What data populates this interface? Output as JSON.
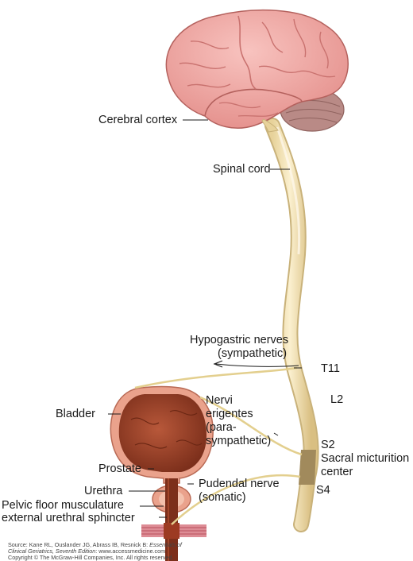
{
  "labels": {
    "cerebral_cortex": "Cerebral cortex",
    "spinal_cord": "Spinal cord",
    "hypogastric_1": "Hypogastric nerves",
    "hypogastric_2": "(sympathetic)",
    "t11": "T11",
    "l2": "L2",
    "s2": "S2",
    "s4": "S4",
    "sacral_1": "Sacral micturition",
    "sacral_2": "center",
    "nervi_1": "Nervi",
    "nervi_2": "erigentes",
    "nervi_3": "(para-",
    "nervi_4": "sympathetic)",
    "bladder": "Bladder",
    "prostate": "Prostate",
    "urethra": "Urethra",
    "pelvic_floor": "Pelvic floor musculature",
    "external_sphincter": "external urethral sphincter",
    "pudendal_1": "Pudendal nerve",
    "pudendal_2": "(somatic)"
  },
  "source": {
    "line1_a": "Source: Kane RL, Ouslander JG, Abrass IB, Resnick B: ",
    "line1_b": "Essentials of",
    "line2_a": "Clinical Geriatrics, Seventh Edition",
    "line2_b": ": www.accessmedicine.com",
    "line3": "Copyright © The McGraw-Hill Companies, Inc. All rights reserved."
  },
  "colors": {
    "brain": "#f2a9a6",
    "brain_fold": "#c9726f",
    "cerebellum": "#b98a86",
    "spinal_cord": "#f2e2b5",
    "spinal_outline": "#c9b27a",
    "sacral_center": "#a18a5c",
    "bladder": "#a2462a",
    "bladder_wall": "#eaa28c",
    "nerve": "#e3cf8e"
  }
}
